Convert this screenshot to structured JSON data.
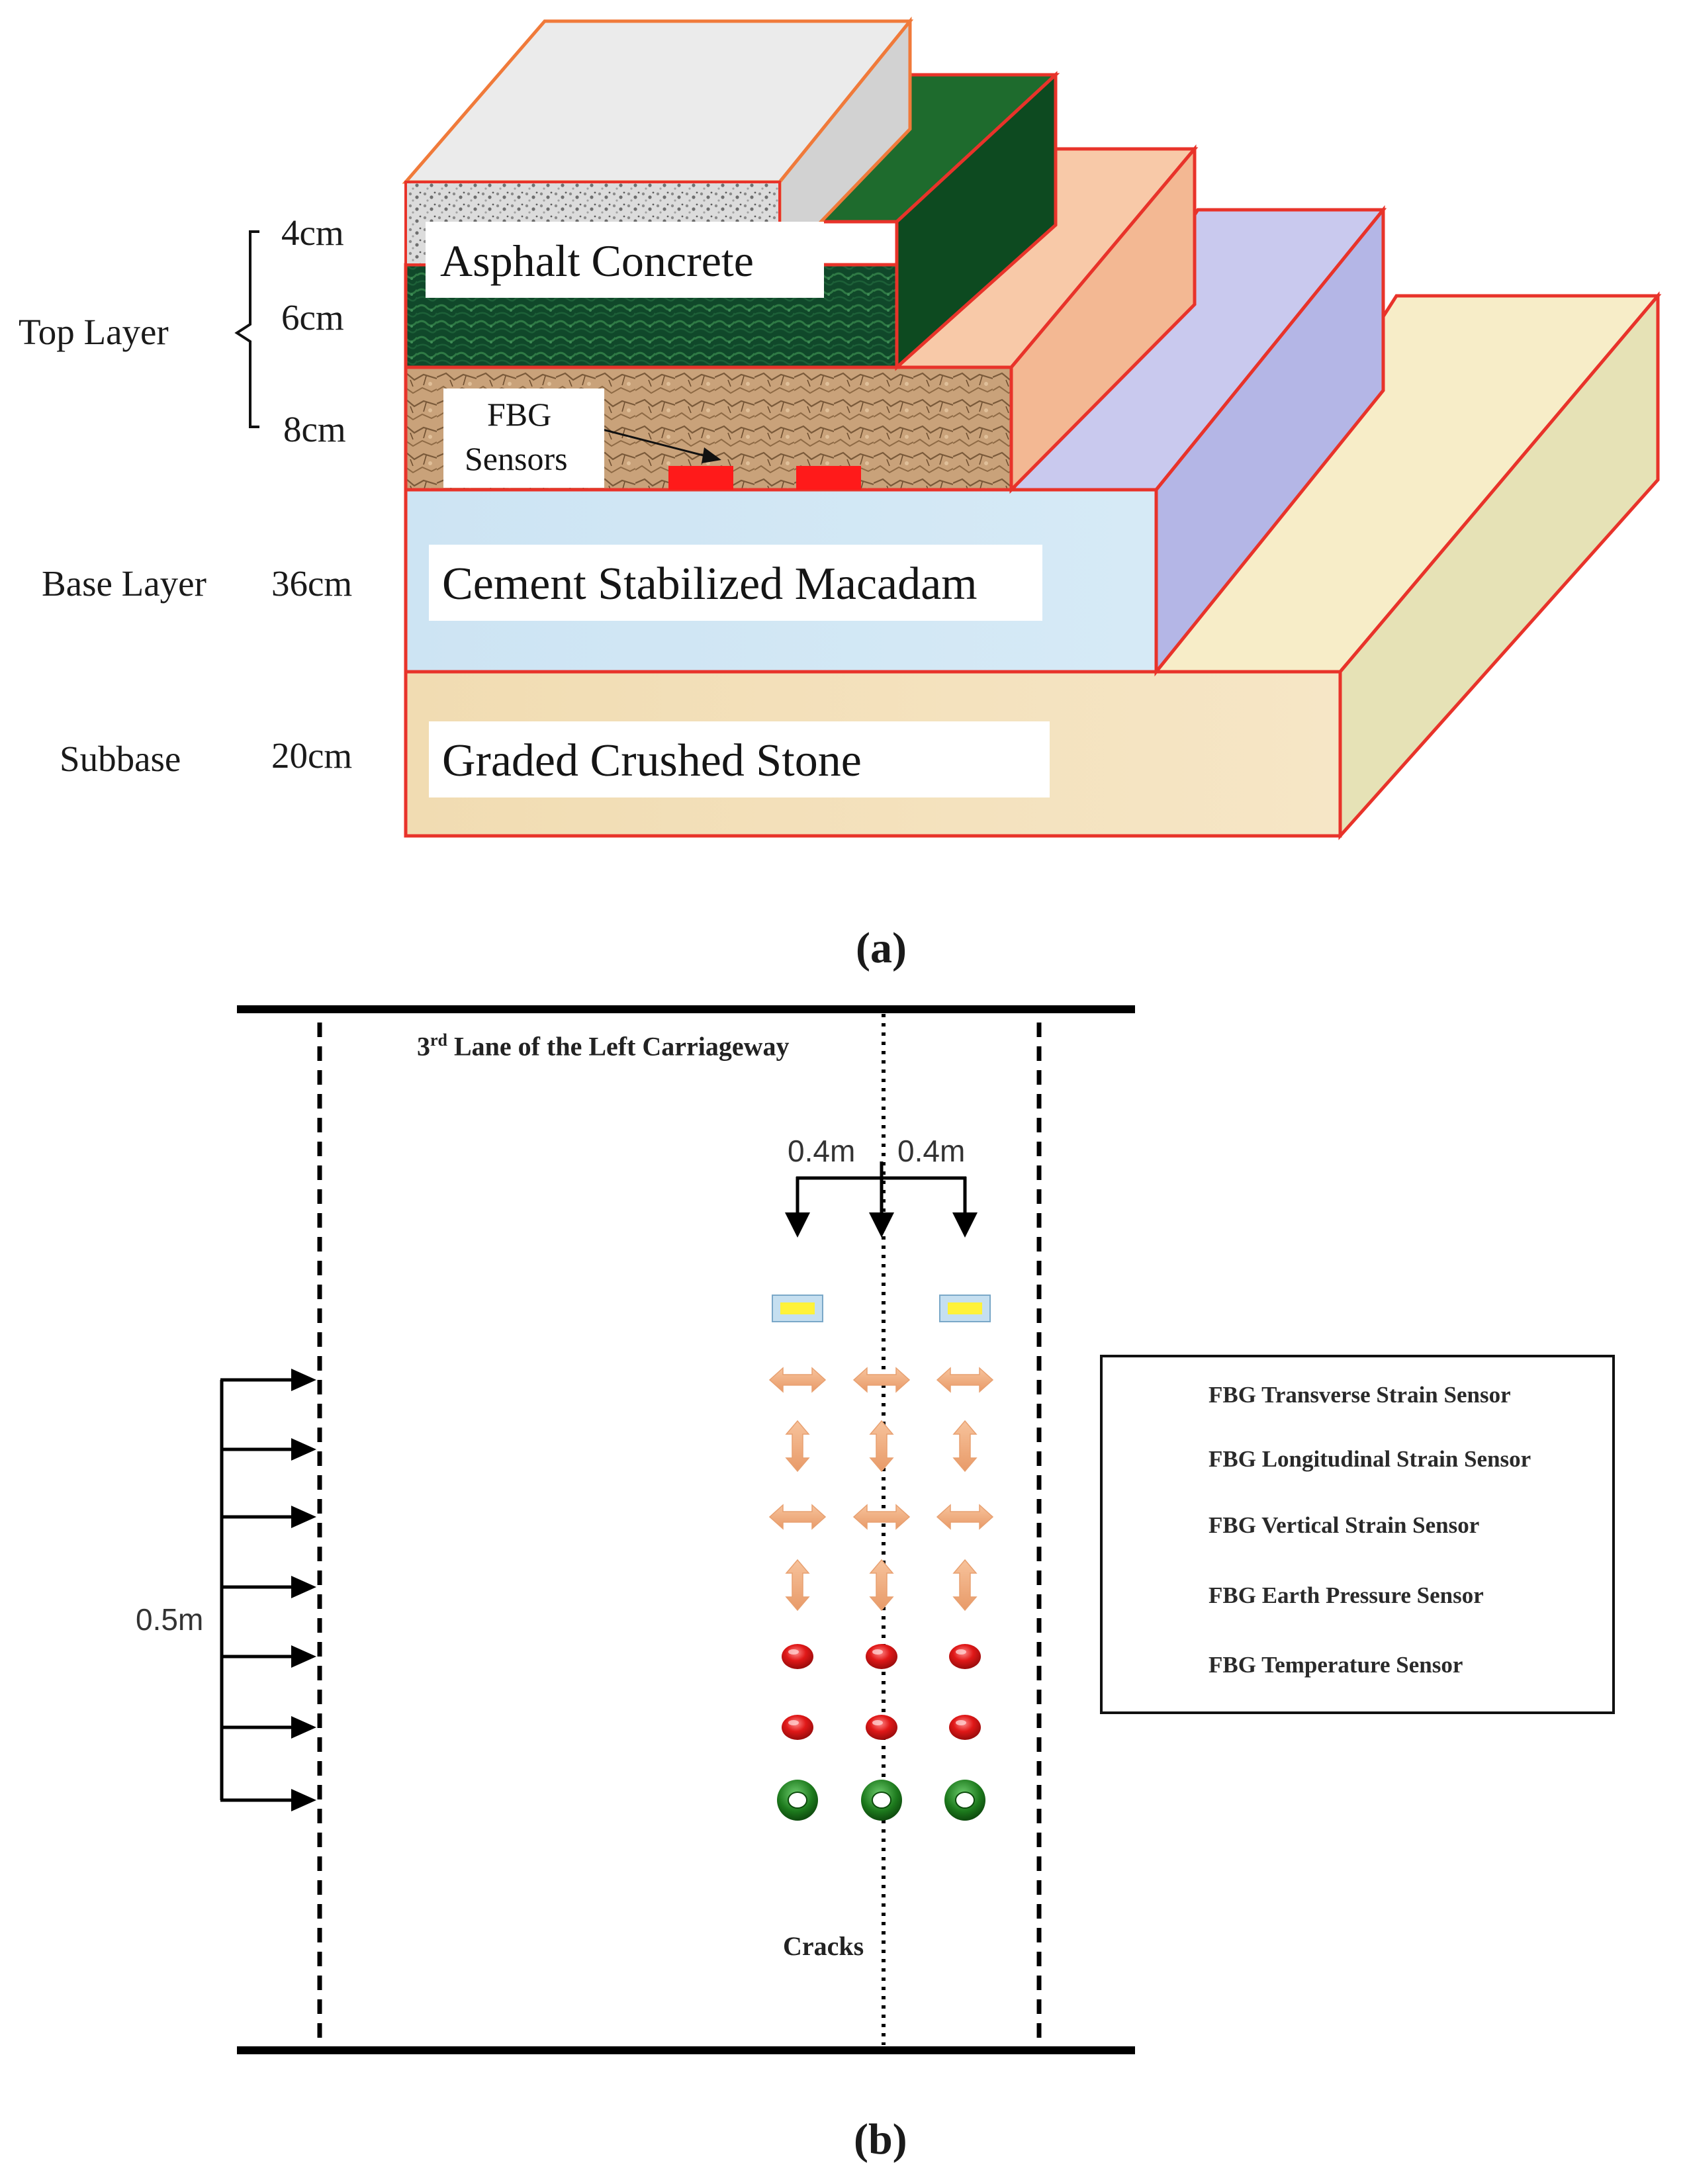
{
  "figure_a": {
    "caption": "(a)",
    "layer_groups": [
      {
        "name": "Top Layer",
        "thicknesses": [
          "4cm",
          "6cm",
          "8cm"
        ]
      },
      {
        "name": "Base Layer",
        "thicknesses": [
          "36cm"
        ]
      },
      {
        "name": "Subbase",
        "thicknesses": [
          "20cm"
        ]
      }
    ],
    "layer_labels": [
      "Asphalt Concrete",
      "Cement Stabilized Macadam",
      "Graded Crushed Stone"
    ],
    "sensor_label_line1": "FBG",
    "sensor_label_line2": "Sensors",
    "colors": {
      "outline": "#e8332a",
      "outline_top": "#f07a3a",
      "top_face": "#e8e8e8",
      "green_front": "#0f4a2a",
      "green_face": "#1e6b2d",
      "peach_face": "#f8c9a8",
      "lavender_face": "#c3c3ea",
      "cream_face": "#f7edc8",
      "base_front": "#cfe6f4",
      "subbase_front": "#f3deb8",
      "sensor_red": "#ff1a1a"
    }
  },
  "figure_b": {
    "caption": "(b)",
    "lane_title_sup": "rd",
    "lane_title_num": "3",
    "lane_title_rest": " Lane of the Left Carriageway",
    "spacing_left": "0.4m",
    "spacing_right": "0.4m",
    "spacing_vertical": "0.5m",
    "crack_label": "Cracks",
    "sensor_rows": [
      "temperature",
      "transverse",
      "longitudinal",
      "transverse",
      "longitudinal",
      "vertical",
      "vertical",
      "earth_pressure"
    ],
    "legend": [
      {
        "icon": "transverse-strain-icon",
        "label": "FBG Transverse Strain Sensor"
      },
      {
        "icon": "longitudinal-strain-icon",
        "label": "FBG Longitudinal Strain Sensor"
      },
      {
        "icon": "vertical-strain-icon",
        "label": "FBG Vertical Strain Sensor"
      },
      {
        "icon": "earth-pressure-icon",
        "label": "FBG Earth Pressure Sensor"
      },
      {
        "icon": "temperature-icon",
        "label": "FBG Temperature Sensor"
      }
    ]
  }
}
